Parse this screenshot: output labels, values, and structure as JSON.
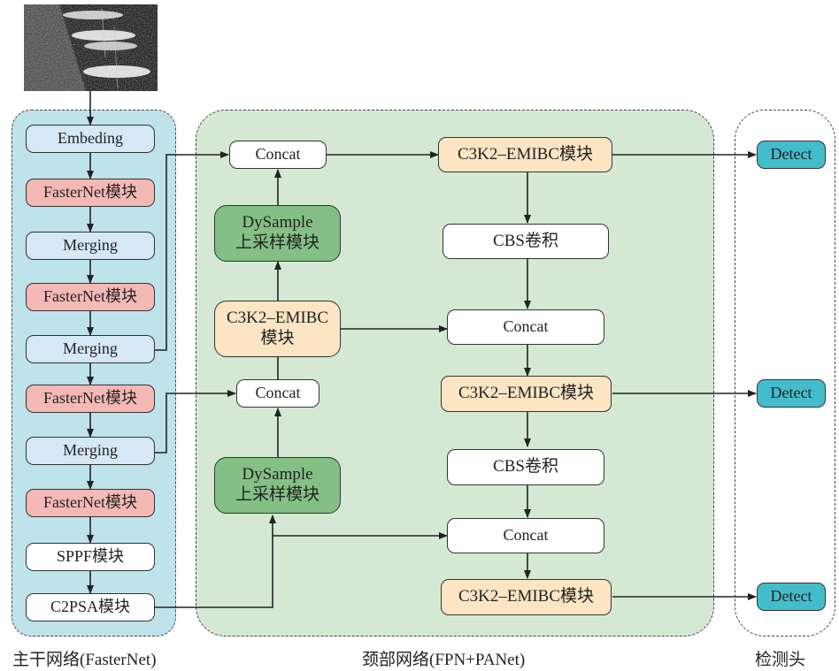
{
  "input_image": {
    "description": "SAR image of ships docked near harbor"
  },
  "groups": {
    "backbone": {
      "label": "主干网络(FasterNet)",
      "color": "#bfe3ea"
    },
    "neck": {
      "label": "颈部网络(FPN+PANet)",
      "color": "#d5e8d3"
    },
    "head": {
      "label": "检测头",
      "color": "#ffffff"
    }
  },
  "backbone": {
    "embeding": "Embeding",
    "faster1": "FasterNet模块",
    "merging1": "Merging",
    "faster2": "FasterNet模块",
    "merging2": "Merging",
    "faster3": "FasterNet模块",
    "merging3": "Merging",
    "faster4": "FasterNet模块",
    "sppf": "SPPF模块",
    "c2psa": "C2PSA模块"
  },
  "neck": {
    "concat_top_left": "Concat",
    "dysample_top": {
      "line1": "DySample",
      "line2": "上采样模块"
    },
    "c3k2_left": {
      "line1": "C3K2–EMIBC",
      "line2": "模块"
    },
    "concat_mid_left": "Concat",
    "dysample_bottom": {
      "line1": "DySample",
      "line2": "上采样模块"
    },
    "c3k2_top_right": "C3K2–EMIBC模块",
    "cbs1": "CBS卷积",
    "concat_right_1": "Concat",
    "c3k2_mid_right": "C3K2–EMIBC模块",
    "cbs2": "CBS卷积",
    "concat_right_2": "Concat",
    "c3k2_bottom_right": "C3K2–EMIBC模块"
  },
  "head": {
    "detect1": "Detect",
    "detect2": "Detect",
    "detect3": "Detect"
  },
  "colors": {
    "embed_merging": "#d6e7f6",
    "fasternet": "#f4b8b5",
    "plain": "#ffffff",
    "c3k2": "#fbe5c3",
    "dysample": "#84bf85",
    "detect": "#45bccb"
  }
}
